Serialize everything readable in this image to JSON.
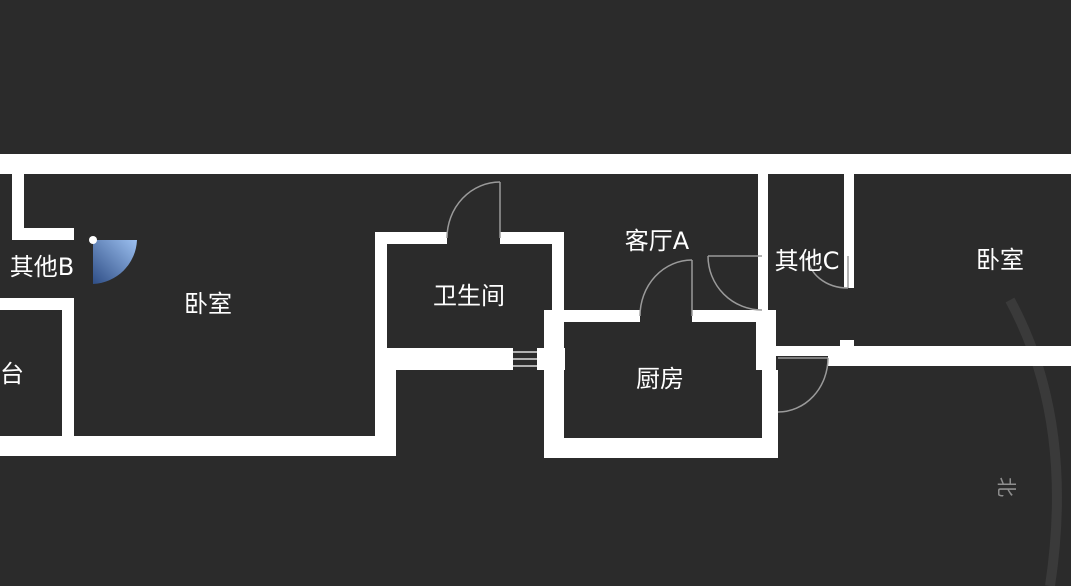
{
  "floorplan": {
    "rooms": {
      "bedroom_left": "卧室",
      "other_b": "其他B",
      "balcony_partial": "台",
      "bathroom": "卫生间",
      "living_a": "客厅A",
      "kitchen": "厨房",
      "other_c": "其他C",
      "bedroom_right": "卧室"
    },
    "compass_label": "北"
  },
  "colors": {
    "background": "#2b2b2b",
    "wall": "#ffffff",
    "door": "#9a9a9a",
    "viewer_fan": "#4a6fa5"
  },
  "icons": {
    "viewer": "camera-viewpoint-icon",
    "compass": "north-compass-icon"
  }
}
